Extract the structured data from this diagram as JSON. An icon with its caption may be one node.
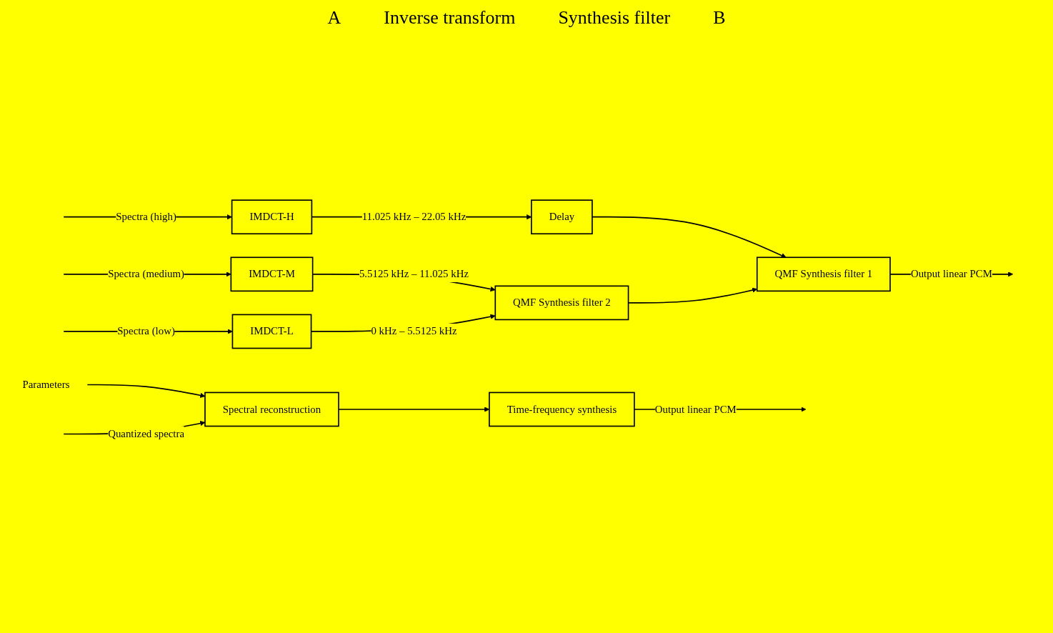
{
  "diagram": {
    "nodes": [
      {
        "text": [
          "Parameters"
        ]
      },
      {
        "text": [
          "Spectral reconstruction"
        ]
      },
      {
        "text": [
          "Time-frequency synthesis"
        ]
      },
      {
        "text": [
          "IMDCT-H"
        ]
      },
      {
        "text": [
          "IMDCT-M"
        ]
      },
      {
        "text": [
          "IMDCT-L"
        ]
      },
      {
        "text": [
          "Delay"
        ]
      },
      {
        "text": [
          "QMF Synthesis filter 2"
        ]
      },
      {
        "text": [
          "QMF Synthesis filter 1"
        ]
      }
    ],
    "edges": [
      {
        "from": 0,
        "to": 1,
        "arrow": "to"
      },
      {
        "from": null,
        "to": 1,
        "arrow": "to",
        "label": "Quantized spectra"
      },
      {
        "from": 1,
        "to": 2,
        "arrow": "to"
      },
      {
        "from": 2,
        "to": null,
        "arrow": "to",
        "label": "Output linear PCM"
      },
      {
        "from": null,
        "to": 3,
        "arrow": "to",
        "label": "Spectra (high)"
      },
      {
        "from": null,
        "to": 4,
        "arrow": "to",
        "label": "Spectra (medium)"
      },
      {
        "from": null,
        "to": 5,
        "arrow": "to",
        "label": "Spectra (low)"
      },
      {
        "from": 3,
        "to": 6,
        "arrow": "to",
        "label": "11.025 kHz – 22.05 kHz"
      },
      {
        "from": 4,
        "to": 7,
        "arrow": "to",
        "label": "5.5125 kHz – 11.025 kHz"
      },
      {
        "from": 5,
        "to": 7,
        "arrow": "to",
        "label": "0 kHz – 5.5125 kHz"
      },
      {
        "from": 6,
        "to": 8,
        "arrow": "to"
      },
      {
        "from": 7,
        "to": 8,
        "arrow": "to"
      },
      {
        "from": 8,
        "to": null,
        "arrow": "to",
        "label": "Output linear PCM"
      }
    ],
    "labels": [
      "A",
      "Inverse transform",
      "Synthesis filter",
      "B"
    ]
  }
}
